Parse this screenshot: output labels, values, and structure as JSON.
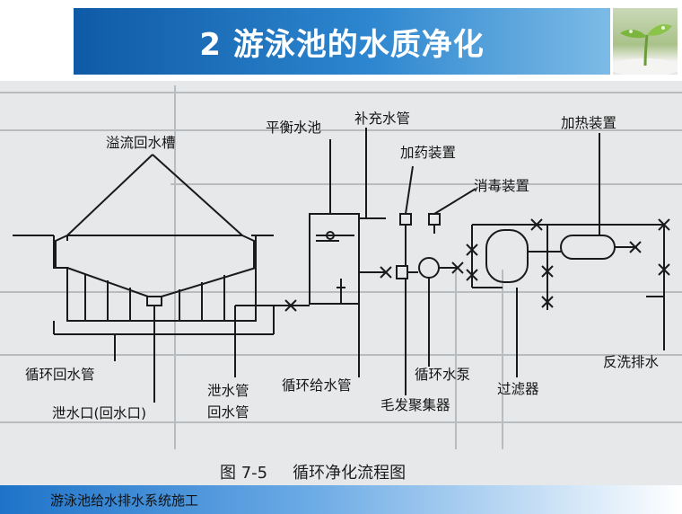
{
  "slide": {
    "title": "2 游泳池的水质净化",
    "footer": "游泳池给水排水系统施工"
  },
  "figure": {
    "number": "图 7-5",
    "caption": "循环净化流程图",
    "labels": {
      "overflow_trough": "溢流回水槽",
      "balance_tank": "平衡水池",
      "makeup_pipe": "补充水管",
      "dosing_device": "加药装置",
      "disinfection_device": "消毒装置",
      "heating_device": "加热装置",
      "return_pipe": "循环回水管",
      "drain_outlet": "泄水口(回水口)",
      "drain_pipe": "泄水管",
      "return_water_pipe": "回水管",
      "supply_pipe": "循环给水管",
      "hair_collector": "毛发聚集器",
      "pump": "循环水泵",
      "filter": "过滤器",
      "backwash": "反洗排水"
    }
  },
  "colors": {
    "title_bar": "#1f6fbf",
    "footer_bar": "#1e73c9",
    "line": "#1a1a1a",
    "scan_bg": "#e6e8e9"
  }
}
